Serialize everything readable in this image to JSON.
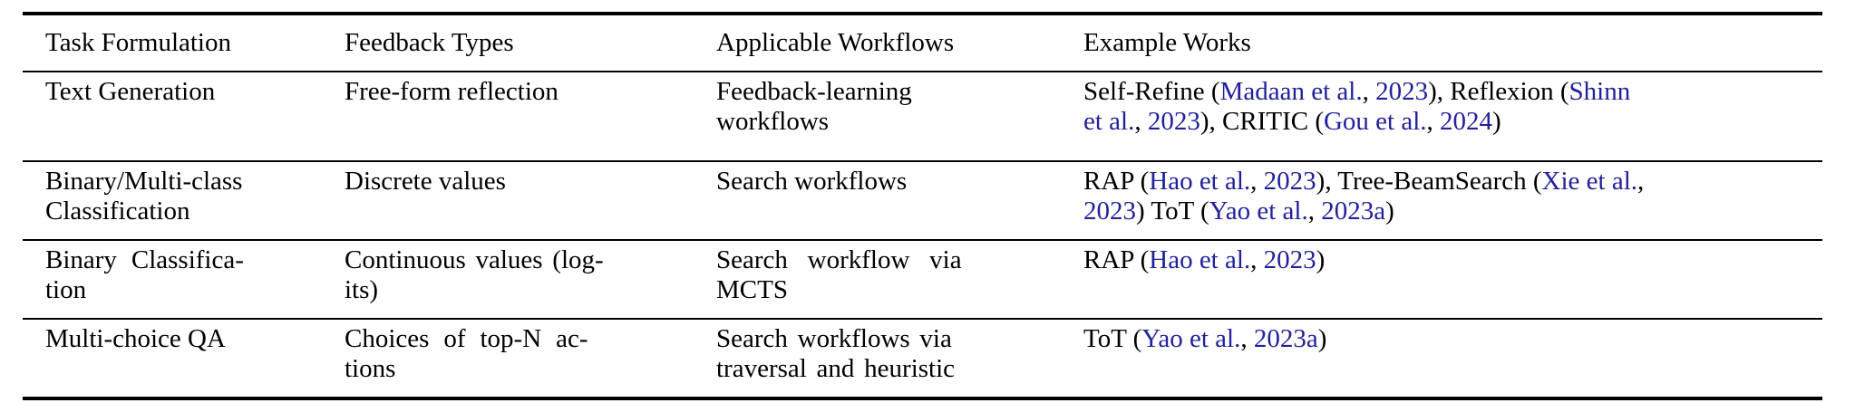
{
  "table": {
    "citation_color": "#21219c",
    "header": {
      "col1": "Task Formulation",
      "col2": "Feedback Types",
      "col3": "Applicable Workflows",
      "col4": "Example Works"
    },
    "rows": [
      {
        "task": "Text Generation",
        "feedback": "Free-form reflection",
        "workflows": "Feedback-learning\nworkflows",
        "examples": [
          {
            "text": "Self-Refine ("
          },
          {
            "text": "Madaan et al.",
            "cite": true
          },
          {
            "text": ", "
          },
          {
            "text": "2023",
            "cite": true
          },
          {
            "text": "), Reflexion ("
          },
          {
            "text": "Shinn\net al.",
            "cite": true
          },
          {
            "text": ", "
          },
          {
            "text": "2023",
            "cite": true
          },
          {
            "text": "), CRITIC ("
          },
          {
            "text": "Gou et al.",
            "cite": true
          },
          {
            "text": ", "
          },
          {
            "text": "2024",
            "cite": true
          },
          {
            "text": ")"
          }
        ]
      },
      {
        "task": "Binary/Multi-class\nClassification",
        "feedback": "Discrete values",
        "workflows": "Search workflows",
        "examples": [
          {
            "text": "RAP ("
          },
          {
            "text": "Hao et al.",
            "cite": true
          },
          {
            "text": ", "
          },
          {
            "text": "2023",
            "cite": true
          },
          {
            "text": "), Tree-BeamSearch ("
          },
          {
            "text": "Xie et al.",
            "cite": true
          },
          {
            "text": ",\n"
          },
          {
            "text": "2023",
            "cite": true
          },
          {
            "text": ") ToT ("
          },
          {
            "text": "Yao et al.",
            "cite": true
          },
          {
            "text": ", "
          },
          {
            "text": "2023a",
            "cite": true
          },
          {
            "text": ")"
          }
        ]
      },
      {
        "task": "Binary Classifica-\ntion",
        "feedback": "Continuous values (log-\nits)",
        "workflows": "Search workflow via\nMCTS",
        "examples": [
          {
            "text": "RAP ("
          },
          {
            "text": "Hao et al.",
            "cite": true
          },
          {
            "text": ", "
          },
          {
            "text": "2023",
            "cite": true
          },
          {
            "text": ")"
          }
        ]
      },
      {
        "task": "Multi-choice QA",
        "feedback": "Choices of top-N ac-\ntions",
        "workflows": "Search workflows via\ntraversal and heuristic",
        "examples": [
          {
            "text": "ToT ("
          },
          {
            "text": "Yao et al.",
            "cite": true
          },
          {
            "text": ", "
          },
          {
            "text": "2023a",
            "cite": true
          },
          {
            "text": ")"
          }
        ]
      }
    ]
  }
}
